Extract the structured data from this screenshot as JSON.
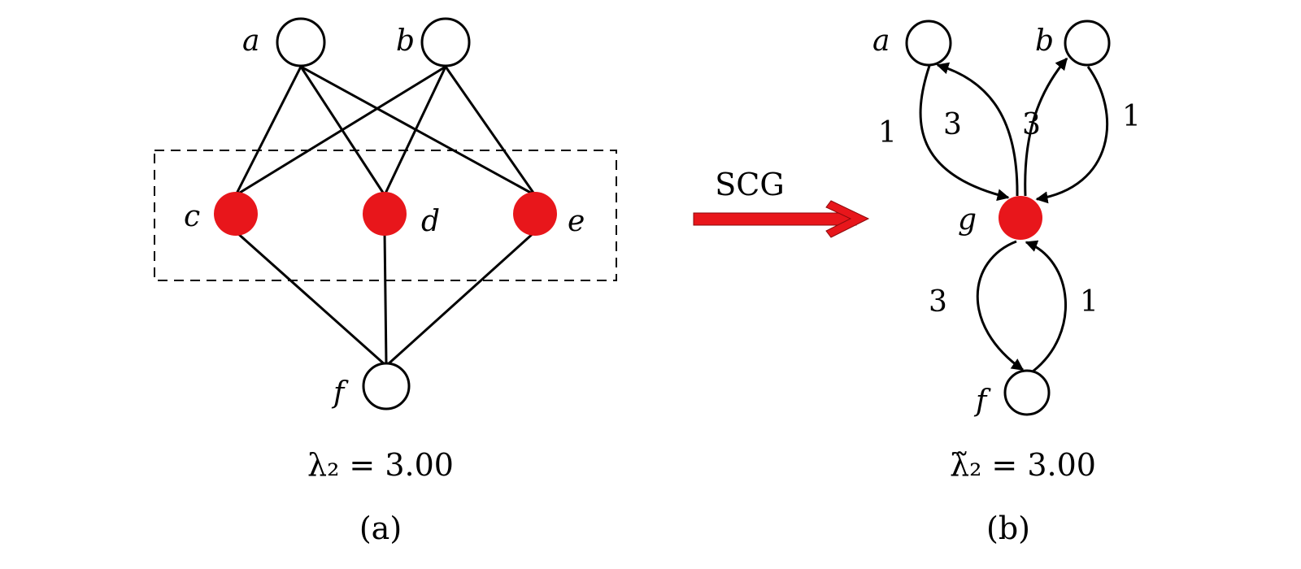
{
  "colors": {
    "highlight": "#e8161b",
    "line": "#000000"
  },
  "panel_a": {
    "nodes": {
      "a": "a",
      "b": "b",
      "c": "c",
      "d": "d",
      "e": "e",
      "f": "f"
    },
    "eigen_label": "λ₂ = 3.00",
    "caption": "(a)"
  },
  "transform": {
    "label": "SCG"
  },
  "panel_b": {
    "nodes": {
      "a": "a",
      "b": "b",
      "g": "g",
      "f": "f"
    },
    "weights": {
      "a_to_g": "1",
      "g_to_a": "3",
      "g_to_b": "3",
      "b_to_g": "1",
      "g_to_f": "3",
      "f_to_g": "1"
    },
    "eigen_label": "λ̃₂ = 3.00",
    "caption": "(b)"
  }
}
